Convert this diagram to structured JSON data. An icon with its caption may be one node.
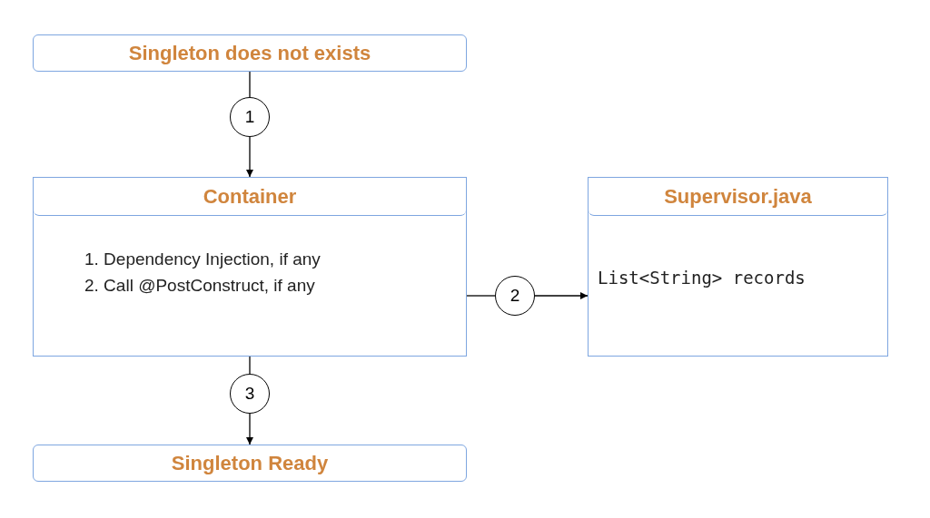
{
  "diagram": {
    "nodes": [
      {
        "text": [
          "Singleton does not exists"
        ]
      },
      {
        "text": [
          "1"
        ]
      },
      {
        "text": [
          "Container",
          "1. Dependency Injection, if any",
          "2. Call @PostConstruct, if any"
        ]
      },
      {
        "text": [
          "2"
        ]
      },
      {
        "text": [
          "Supervisor.java",
          "List<String> records"
        ]
      },
      {
        "text": [
          "3"
        ]
      },
      {
        "text": [
          "Singleton Ready"
        ]
      }
    ],
    "edges": [
      {
        "from": 0,
        "to": 1,
        "arrow": "none"
      },
      {
        "from": 1,
        "to": 2,
        "arrow": "to"
      },
      {
        "from": 2,
        "to": 3,
        "arrow": "none"
      },
      {
        "from": 3,
        "to": 4,
        "arrow": "to"
      },
      {
        "from": 2,
        "to": 5,
        "arrow": "none"
      },
      {
        "from": 5,
        "to": 6,
        "arrow": "to"
      }
    ]
  }
}
